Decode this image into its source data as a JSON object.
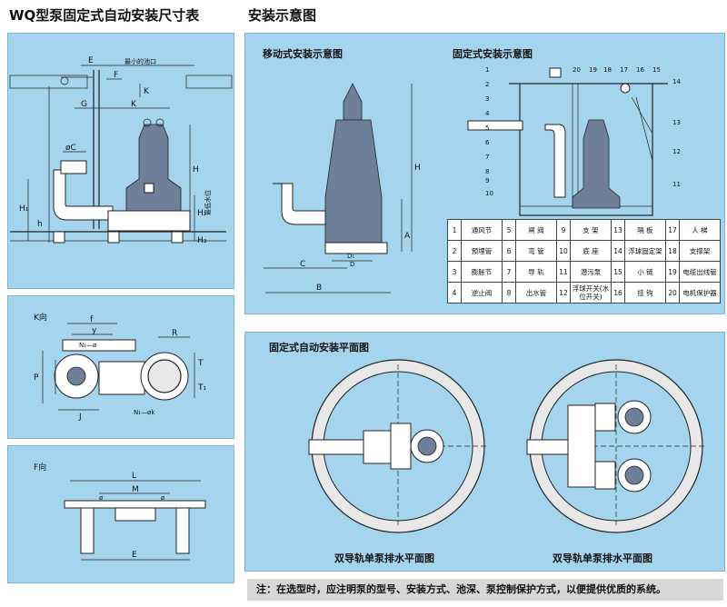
{
  "headings": {
    "main": "WQ型泵固定式自动安装尺寸表",
    "diagram": "安装示意图"
  },
  "panels": {
    "k_view": "K向",
    "f_view": "F向",
    "mobile": "移动式安装示意图",
    "fixed": "固定式安装示意图",
    "plan": "固定式自动安装平面图",
    "plan_left": "双导轨单泵排水平面图",
    "plan_right": "双导轨单泵排水平面图"
  },
  "dims": {
    "E": "E",
    "F": "F",
    "K": "K",
    "G": "G",
    "C": "øC",
    "H": "H",
    "H1": "H₁",
    "H2": "H₂",
    "H3": "H₃",
    "h": "h",
    "min_opening": "最小的池口",
    "min_level": "最低水位",
    "f": "f",
    "y": "y",
    "R": "R",
    "T": "T",
    "T1": "T₁",
    "P": "P",
    "J": "J",
    "n1": "N₁—ø",
    "n2": "N₁—øk",
    "L": "L",
    "M": "M",
    "d": "ø",
    "A": "A",
    "B": "B",
    "D1": "D₁",
    "D": "D",
    "Cm": "C"
  },
  "legend": [
    [
      {
        "n": "1",
        "l": "通风节"
      },
      {
        "n": "5",
        "l": "闸 阀"
      },
      {
        "n": "9",
        "l": "支 架"
      },
      {
        "n": "13",
        "l": "隔 板"
      },
      {
        "n": "17",
        "l": "人 梯"
      }
    ],
    [
      {
        "n": "2",
        "l": "预埋管"
      },
      {
        "n": "6",
        "l": "弯 管"
      },
      {
        "n": "10",
        "l": "底 座"
      },
      {
        "n": "14",
        "l": "浮球固定架"
      },
      {
        "n": "18",
        "l": "支撑架"
      }
    ],
    [
      {
        "n": "3",
        "l": "膨胀节"
      },
      {
        "n": "7",
        "l": "导 轨"
      },
      {
        "n": "11",
        "l": "潜污泵"
      },
      {
        "n": "15",
        "l": "小 链"
      },
      {
        "n": "19",
        "l": "电缆出线管"
      }
    ],
    [
      {
        "n": "4",
        "l": "逆止阀"
      },
      {
        "n": "8",
        "l": "出水管"
      },
      {
        "n": "12",
        "l": "浮球开关(水位开关)"
      },
      {
        "n": "16",
        "l": "挂 钩"
      },
      {
        "n": "20",
        "l": "电机保护器"
      }
    ]
  ],
  "callouts": [
    "1",
    "2",
    "3",
    "4",
    "5",
    "6",
    "7",
    "8",
    "9",
    "10",
    "11",
    "12",
    "13",
    "14",
    "15",
    "16",
    "17",
    "18",
    "19",
    "20"
  ],
  "note": "注：在选型时，应注明泵的型号、安装方式、池深、泵控制保护方式，以便提供优质的系统。"
}
